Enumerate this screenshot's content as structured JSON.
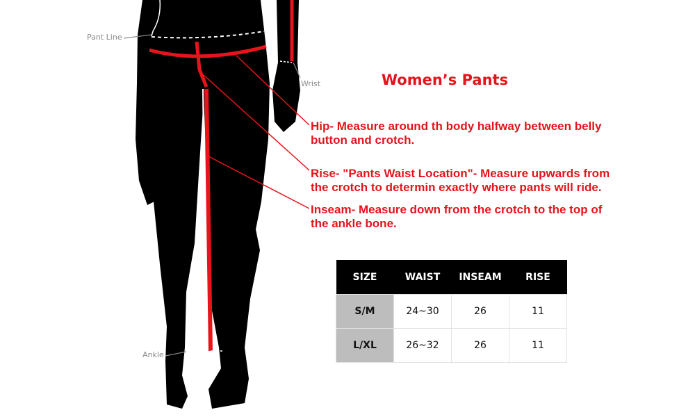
{
  "title": "Women’s Pants",
  "body_labels": {
    "pant_line": "Pant Line",
    "wrist": "Wrist",
    "ankle": "Ankle"
  },
  "notes": [
    {
      "line1": "Hip- Measure around th body halfway between belly",
      "line2": "button and crotch."
    },
    {
      "line1": "Rise- \"Pants Waist Location\"- Measure upwards from",
      "line2": "the crotch to determin exactly where pants will ride."
    },
    {
      "line1": "Inseam- Measure down from the crotch to the top of",
      "line2": "the ankle bone."
    }
  ],
  "size_table": {
    "headers": [
      "SIZE",
      "WAIST",
      "INSEAM",
      "RISE"
    ],
    "rows": [
      [
        "S/M",
        "24~30",
        "26",
        "11"
      ],
      [
        "L/XL",
        "26~32",
        "26",
        "11"
      ]
    ]
  },
  "colors": {
    "accent": "#e3141b",
    "silhouette": "#000000",
    "size_cell": "#bdbdbd"
  }
}
